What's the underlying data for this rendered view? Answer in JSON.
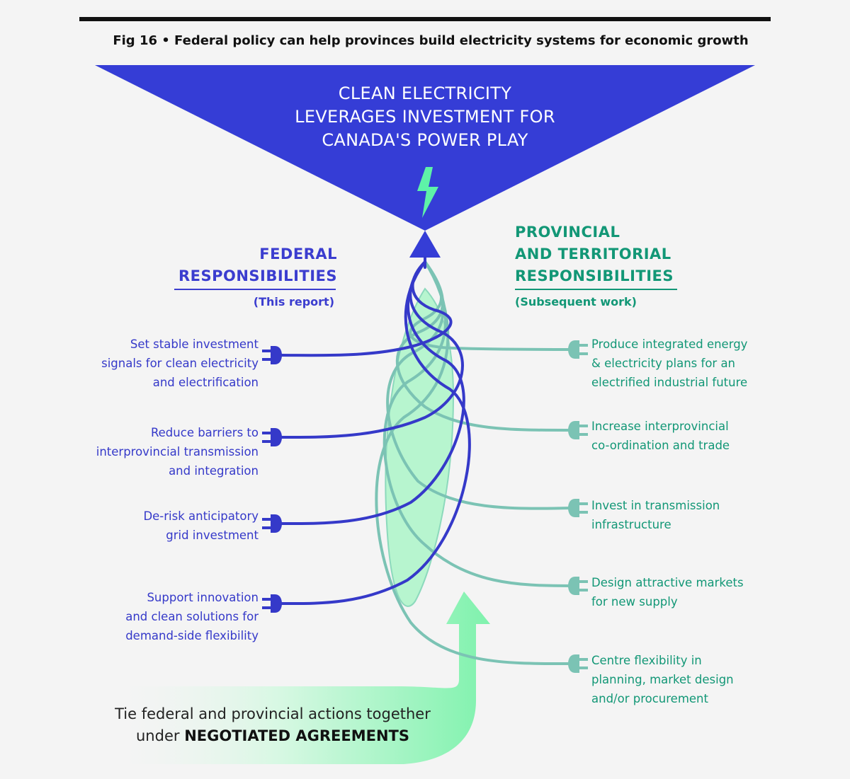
{
  "figure": {
    "title": "Fig 16  •  Federal policy can help provinces build electricity systems for economic growth"
  },
  "funnel": {
    "title_lines": [
      "CLEAN ELECTRICITY",
      "LEVERAGES INVESTMENT FOR",
      "CANADA'S POWER PLAY"
    ]
  },
  "federal": {
    "heading_lines": [
      "FEDERAL",
      "RESPONSIBILITIES"
    ],
    "subheading": "(This report)",
    "items": [
      {
        "lines": [
          "Set stable investment",
          "signals for clean electricity",
          "and electrification"
        ]
      },
      {
        "lines": [
          "Reduce barriers to",
          "interprovincial transmission",
          "and integration"
        ]
      },
      {
        "lines": [
          "De-risk anticipatory",
          "grid investment"
        ]
      },
      {
        "lines": [
          "Support innovation",
          "and clean solutions for",
          "demand-side flexibility"
        ]
      }
    ]
  },
  "provincial": {
    "heading_lines": [
      "PROVINCIAL",
      "AND TERRITORIAL",
      "RESPONSIBILITIES"
    ],
    "subheading": "(Subsequent work)",
    "items": [
      {
        "lines": [
          "Produce integrated energy",
          "& electricity plans for an",
          "electrified industrial future"
        ]
      },
      {
        "lines": [
          "Increase interprovincial",
          "co-ordination and trade"
        ]
      },
      {
        "lines": [
          "Invest in transmission",
          "infrastructure"
        ]
      },
      {
        "lines": [
          "Design attractive markets",
          "for new supply"
        ]
      },
      {
        "lines": [
          "Centre flexibility in",
          "planning, market design",
          "and/or procurement"
        ]
      }
    ]
  },
  "agreement": {
    "line1": "Tie federal and provincial actions together",
    "line2_prefix": "under ",
    "line2_bold": "NEGOTIATED AGREEMENTS"
  },
  "colors": {
    "federal": "#3539c9",
    "provincial": "#129776",
    "funnel": "#353dd6",
    "bolt": "#5ef2a8",
    "teal_wire": "#7bc3b4",
    "green_fill": "#b7f5cf"
  },
  "icons": [
    "lightning-bolt-icon",
    "plug-icon",
    "up-arrow-icon",
    "curved-arrow-icon"
  ]
}
